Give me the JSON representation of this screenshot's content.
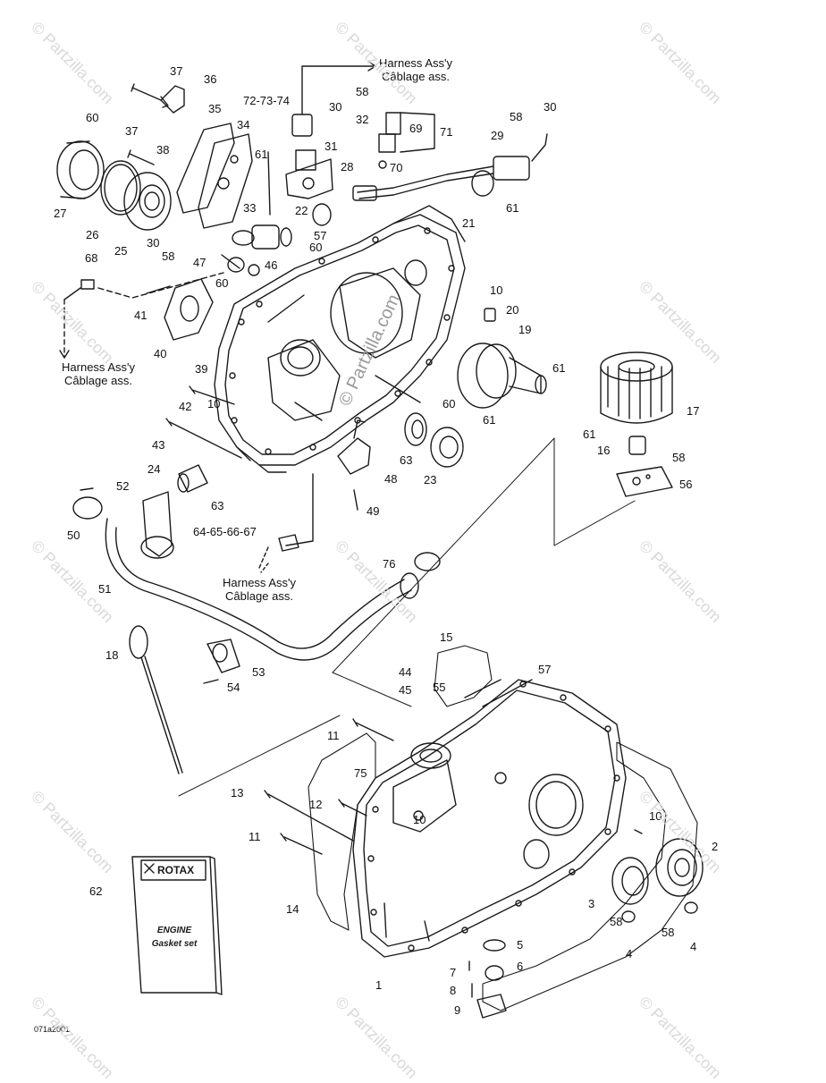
{
  "harness_notes": {
    "top": [
      "Harness Ass'y",
      "Câblage ass."
    ],
    "left": [
      "Harness Ass'y",
      "Câblage ass."
    ],
    "bottom": [
      "Harness Ass'y",
      "Câblage ass."
    ]
  },
  "callouts": {
    "c37a": "37",
    "c36": "36",
    "c72": "72-73-74",
    "c30a": "30",
    "c58a": "58",
    "c32": "32",
    "c71": "71",
    "c69": "69",
    "c70": "70",
    "c58b": "58",
    "c30b": "30",
    "c29": "29",
    "c61a": "61",
    "c60a": "60",
    "c35": "35",
    "c34": "34",
    "c37b": "37",
    "c38": "38",
    "c61b": "61",
    "c31": "31",
    "c28": "28",
    "c27": "27",
    "c26": "26",
    "c25": "25",
    "c33": "33",
    "c22": "22",
    "c57a": "57",
    "c60b": "60",
    "c21": "21",
    "c30c": "30",
    "c58c": "58",
    "c47": "47",
    "c46": "46",
    "c60c": "60",
    "c68": "68",
    "c41": "41",
    "c40": "40",
    "c39": "39",
    "c10a": "10",
    "c20": "20",
    "c19": "19",
    "c61c": "61",
    "c17": "17",
    "c42": "42",
    "c10b": "10",
    "c60d": "60",
    "c61d": "61",
    "c61e": "61",
    "c16": "16",
    "c58d": "58",
    "c43": "43",
    "c63a": "63",
    "c23": "23",
    "c56": "56",
    "c24": "24",
    "c63b": "63",
    "c48": "48",
    "c52": "52",
    "c49": "49",
    "c50": "50",
    "c64": "64-65-66-67",
    "c76": "76",
    "c51": "51",
    "c18": "18",
    "c53": "53",
    "c54": "54",
    "c15": "15",
    "c57b": "57",
    "c44": "44",
    "c45": "45",
    "c55": "55",
    "c11a": "11",
    "c75": "75",
    "c13": "13",
    "c12": "12",
    "c10c": "10",
    "c10d": "10",
    "c11b": "11",
    "c2": "2",
    "c62": "62",
    "c14": "14",
    "c3": "3",
    "c58e": "58",
    "c58f": "58",
    "c4a": "4",
    "c4b": "4",
    "c5": "5",
    "c6": "6",
    "c7": "7",
    "c8": "8",
    "c9": "9",
    "c1": "1"
  },
  "gasket_book": {
    "brand": "ROTAX",
    "title_line1": "ENGINE",
    "title_line2": "Gasket set"
  },
  "figure_code": "071a2001",
  "watermark": "© Partzilla.com",
  "center_watermark": "© Partzilla.com"
}
